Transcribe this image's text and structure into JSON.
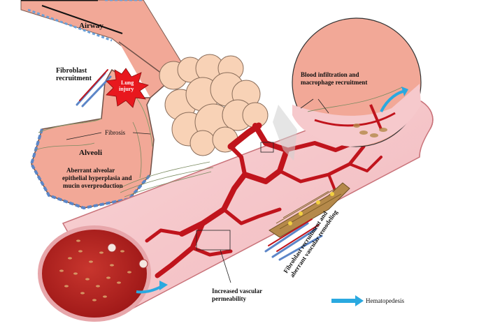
{
  "labels": {
    "airway": "Airway",
    "fibroblast_recruitment": [
      "Fibroblast",
      "recruitment"
    ],
    "lung_injury": [
      "Lung",
      "injury"
    ],
    "fibrosis": "Fibrosis",
    "alveoli": "Alveoli",
    "aberrant_alveolar": [
      "Aberrant alveolar",
      "epithelial  hyperplasia and",
      "mucin overproduction"
    ],
    "blood_infiltration": [
      "Blood infiltration and",
      "macrophage recruitment"
    ],
    "vascular_remodeling": [
      "Fibroblast  recruitment and",
      "aberrant vascular remodeling"
    ],
    "increased_permeability": [
      "Increased vascular",
      "permeability"
    ],
    "legend_hematopedesis": "Hematopedesis"
  },
  "colors": {
    "tissue": "#f2a897",
    "vessel_light": "#f6c9cc",
    "capillary": "#c0141c",
    "vessel_lumen": "#b81c1c",
    "alveolar_sac": "#f8d2b6",
    "injury_star": "#e8181e",
    "fibroblast": "#b5894a",
    "arrow": "#2aa9e0"
  }
}
